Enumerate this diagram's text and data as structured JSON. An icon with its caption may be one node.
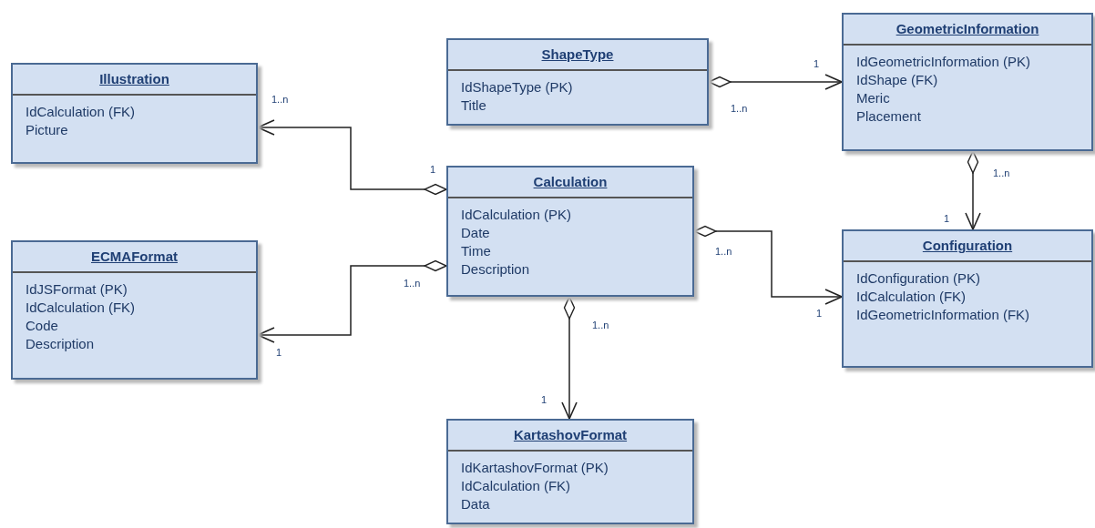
{
  "diagram": {
    "nodes": [
      {
        "text": [
          "ShapeType",
          "IdShapeType (PK)",
          "Title"
        ]
      },
      {
        "text": [
          "GeometricInformation",
          "IdGeometricInformation (PK)",
          "IdShape (FK)",
          "Meric",
          "Placement"
        ]
      },
      {
        "text": [
          "Illustration",
          "IdCalculation (FK)",
          "Picture"
        ]
      },
      {
        "text": [
          "Calculation",
          "IdCalculation (PK)",
          "Date",
          "Time",
          "Description"
        ]
      },
      {
        "text": [
          "ECMAFormat",
          "IdJSFormat (PK)",
          "IdCalculation (FK)",
          "Code",
          "Description"
        ]
      },
      {
        "text": [
          "Configuration",
          "IdConfiguration (PK)",
          "IdCalculation (FK)",
          "IdGeometricInformation (FK)"
        ]
      },
      {
        "text": [
          "KartashovFormat",
          "IdKartashovFormat (PK)",
          "IdCalculation (FK)",
          "Data"
        ]
      }
    ],
    "edges": [
      {
        "from": 3,
        "to": 2,
        "arrow": "to"
      },
      {
        "from": 3,
        "to": 4,
        "arrow": "to"
      },
      {
        "from": 0,
        "to": 1,
        "arrow": "to"
      },
      {
        "from": 3,
        "to": 5,
        "arrow": "to"
      },
      {
        "from": 1,
        "to": 5,
        "arrow": "to"
      },
      {
        "from": 3,
        "to": 6,
        "arrow": "to"
      }
    ],
    "labels": [
      "1..n",
      "1",
      "1..n",
      "1",
      "1",
      "1..n",
      "1..n",
      "1",
      "1..n",
      "1",
      "1..n",
      "1"
    ]
  }
}
